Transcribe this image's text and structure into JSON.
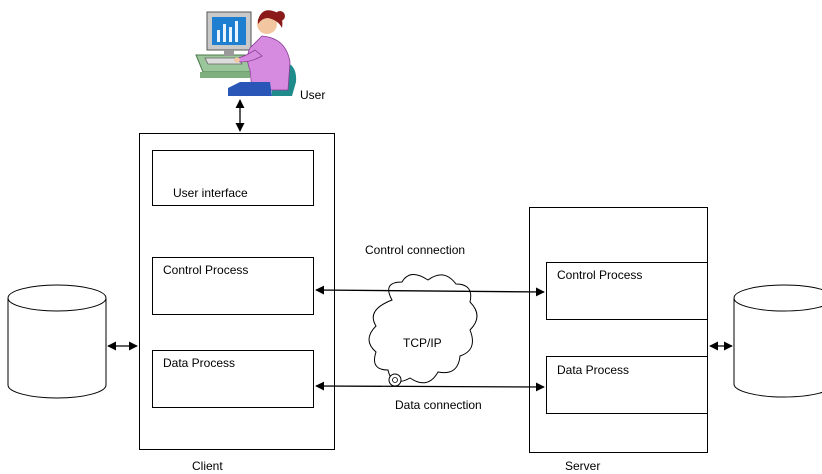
{
  "user": {
    "label": "User"
  },
  "client": {
    "label": "Client",
    "modules": {
      "ui": "User interface",
      "control": "Control Process",
      "data": "Data Process"
    }
  },
  "server": {
    "label": "Server",
    "modules": {
      "control": "Control Process",
      "data": "Data Process"
    }
  },
  "network": {
    "cloud_label": "TCP/IP",
    "control_connection": "Control connection",
    "data_connection": "Data connection"
  },
  "icons": {
    "user": "user-at-computer-icon",
    "storage": "database-cylinder-icon"
  }
}
